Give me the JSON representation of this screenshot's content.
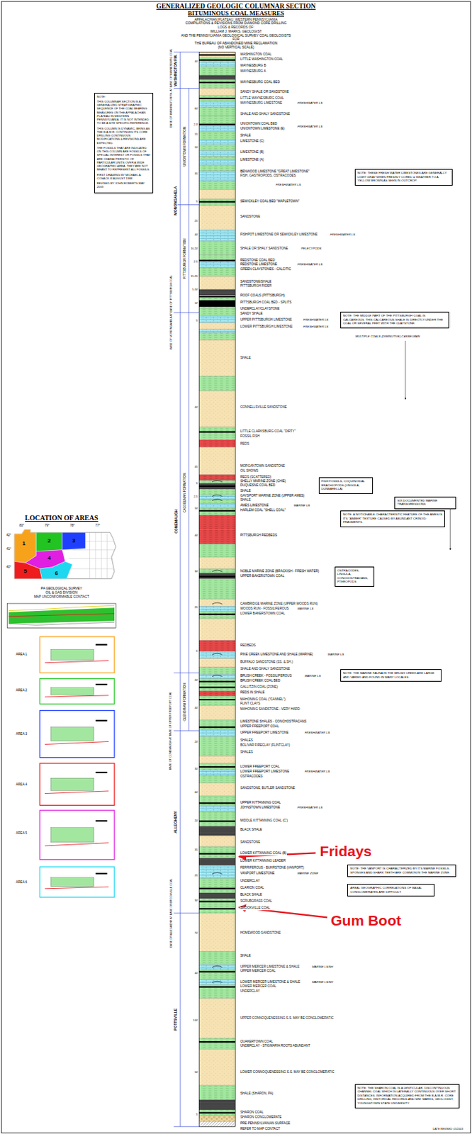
{
  "diagram": {
    "title": "GENERALIZED GEOLOGIC COLUMNAR SECTION",
    "nodes": [
      {
        "text": [
          "NOTE:",
          "THIS COLUMNAR SECTION IS A GENERALIZED STRATIGRAPHIC SEQUENCE OF THE COAL BEARING MEASURES ON THE APPALACHIAN PLATEAU IN WESTERN PENNSYLVANIA. IT IS NOT INTENDED TO BE A SITE SPECIFIC REFERENCE.",
          "THIS COLUMN IS DYNAMIC, BEING AS THE B.A.M.R. CONTINUES ITS CORE DRILLING CONTINUOUS MODIFICATIONS & REVISIONS ARE EXPECTED.",
          "THE FOSSILS THAT ARE INDICATED ON THIS COLUMN ARE FOSSILS OF SPECIAL INTEREST OR FOSSILS THAT ARE CHARACTERISTIC OF PARTICULAR UNITS OVER A WIDE GEOGRAPHIC AREA. THEY ARE NOT MEANT TO REPRESENT ALL FOSSILS.",
          "FIRST DRAWING BY MICHAEL A. COSACK III AUGUST 1988",
          "REVISED BY JOHN ROBERTS MAY 2003"
        ]
      },
      {
        "text": [
          "NOTE: THESE FRESH WATER LIMESTONES ARE GENERALLY LIGHT GRAY WHEN FRESHLY CORED & WEATHER TO A YELLOW BROWN AS SEEN IN OUTCROP."
        ]
      },
      {
        "text": [
          "NOTE: THE MIDDLE PART OF THE PITTSBURGH COAL IS CALCAREOUS. THIS CALCAREOUS SHALE IS DIRECTLY UNDER THE COAL OR SEVERAL FEET WITH THE CLAYSTONE."
        ]
      },
      {
        "text": [
          "FISH FOSSILS, COQUINOIDAL BRACHIOPODS (LINGULA, DUNBARELLA)"
        ]
      },
      {
        "text": [
          "SIX DOCUMENTED MARINE TRANSGRESSIONS"
        ]
      },
      {
        "text": [
          "NOTE: A NOTICEABLE CHARACTERISTIC FEATURE OF THE AMES IS ITS \"AMBER\" TEXTURE CAUSED BY ABUNDANT CRINOID FRAGMENTS."
        ]
      },
      {
        "text": [
          "OSTRACODES, LINGULA, CONCHOSTRACANS, PTEROPODS"
        ]
      },
      {
        "text": [
          "NOTE: THE MARINE FAUNA IN THE BRUSH CREEK ARE LARGE AND VARIED AND FOUND IN MANY LOCALES."
        ]
      },
      {
        "text": [
          "NOTE: THE VANPORT IS CHARACTERIZED BY ITS MARINE FOSSILS. SPONGES AND SHARK TEETH ARE COMMON IN THE MARINE ZONE."
        ]
      },
      {
        "text": [
          "AREAL GEOGRAPHIC CORRELATIONS OF BASAL CONGLOMERATES ARE DIFFICULT."
        ]
      },
      {
        "text": [
          "NOTE: THE SHARON COAL IS A LENTICULAR, DISCONTINUOUS CHANNEL COAL WHICH IS LATERALLY CONTINUOUS OVER SHORT DISTANCES. INFORMATION ACQUIRED FROM THE B.A.M.R. CORE DRILLING, HISTORICAL RECORDS AND WM. MARKS, GEOLOGIST, YOUNGSTOWN STATE UNIVERSITY."
        ]
      }
    ],
    "labels": [
      "BITUMINOUS COAL MEASURES",
      "APPALACHIAN PLATEAU, WESTERN PENNSYLVANIA",
      "COMPILATIONS & REVISIONS FROM DIAMOND CORE DRILLING",
      "LOGS & RECORDS OF:",
      "WILLIAM J. MARKS, GEOLOGIST",
      "AND THE PENNSYLVANIA GEOLOGICAL SURVEY COAL GEOLOGISTS",
      "FOR",
      "THE BUREAU OF ABANDONED MINE RECLAMATION",
      "(NO VERTICAL SCALE)",
      "WASHINGTON COAL",
      "LITTLE WASHINGTON COAL",
      "WAYNESBURG B",
      "WAYNESBURG A",
      "WAYNESBURG COAL BED",
      "SANDY SHALE OR SANDSTONE",
      "LITTLE WAYNESBURG COAL",
      "WAYNESBURG LIMESTONE",
      "FRESHWATER LS",
      "SHALE AND SHALY SANDSTONE",
      "UNIONTOWN COAL BED",
      "UNIONTOWN LIMESTONE (E)",
      "FRESHWATER LS",
      "SHALE",
      "LIMESTONE (C)",
      "LIMESTONE (B)",
      "LIMESTONE (A)",
      "BENWOOD LIMESTONE \"GREAT LIMESTONE\"",
      "FISH, GASTROPODS, OSTRACODES",
      "FRESHWATER LS",
      "SEWICKLEY COAL BED \"MAPLETOWN\"",
      "SANDSTONE",
      "FISHPOT LIMESTONE OR SEWICKLEY LIMESTONE",
      "FRESHWATER LS",
      "SHALE OR SHALY SANDSTONE",
      "PELECYPODS",
      "REDSTONE COAL BED",
      "REDSTONE LIMESTONE",
      "FRESHWATER LS",
      "GREEN CLAYSTONES - CALCITIC",
      "SANDSTONE/SHALE",
      "PITTSBURGH RIDER",
      "ROOF COALS (PITTSBURGH)",
      "PITTSBURGH COAL BED - SPLITS",
      "UNDERCLAY/CLAYSTONE",
      "SANDY SHALE",
      "UPPER PITTSBURGH LIMESTONE",
      "FRESHWATER LS",
      "LOWER PITTSBURGH LIMESTONE",
      "FRESHWATER LS",
      "SHALE",
      "CONNELLSVILLE SANDSTONE",
      "LITTLE CLARKSBURG COAL \"DIRTY\"",
      "FOSSIL FISH",
      "REDS",
      "MORGANTOWN SANDSTONE",
      "OIL SHOWS",
      "REDS (SCATTERED)",
      "SHELLY MARINE ZONE (CHIE)",
      "DUQUESNE COAL BED",
      "SHALE",
      "GAYSPORT MARINE ZONE (UPPER AMES)",
      "SHALE",
      "AMES LIMESTONE",
      "MARINE LS",
      "HARLEM COAL \"SHELL COAL\"",
      "PITTSBURGH REDBEDS",
      "NOBLE MARINE ZONE (BRACKISH - FRESH WATER)",
      "UPPER BAKERSTOWN COAL",
      "CAMBRIDGE MARINE ZONE (UPPER WOODS RUN)",
      "WOODS RUN - FOSSILIFEROUS",
      "MARINE LS",
      "LOWER BAKERSTOWN COAL",
      "REDBEDS",
      "PINE CREEK LIMESTONE AND SHALE (MARINE)",
      "MARINE LS",
      "BUFFALO SANDSTONE (SS. & SH.)",
      "SHALE AND SHALY SANDSTONE",
      "BRUSH CREEK - FOSSILIFEROUS",
      "MARINE LS",
      "BRUSH CREEK COAL BED",
      "GALLITZIN COAL (ZONE)",
      "REDS IN SHALE",
      "MAHONING COAL (\"CANNEL\")",
      "FLINT CLAYS",
      "MAHONING SANDSTONE - VERY HARD",
      "LIMESTONE SHALES - CONCHOSTRACANS",
      "UPPER FREEPORT COAL",
      "UPPER FREEPORT LIMESTONE",
      "FRESHWATER LS",
      "SHALES",
      "BOLIVAR FIRECLAY (FLINTCLAY)",
      "SHALES",
      "LOWER FREEPORT COAL",
      "LOWER FREEPORT LIMESTONE",
      "FRESHWATER LS",
      "OSTRACODES",
      "SANDSTONE, BUTLER SANDSTONE",
      "UPPER KITTANNING COAL",
      "JOHNSTOWN LIMESTONE",
      "FRESHWATER LS",
      "MIDDLE KITTANNING COAL (C')",
      "BLACK SHALE",
      "SANDSTONE",
      "LOWER KITTANNING COAL (B)",
      "LOWER KITTANNING LEADER",
      "FERRIFEROUS - BUHRSTONE (VANPORT)",
      "VANPORT LIMESTONE",
      "MARINE ZONE",
      "UNDERCLAY",
      "CLARION COAL",
      "BLACK SHALE",
      "SCRUBGRASS COAL",
      "BROOKVILLE COAL",
      "HOMEWOOD SANDSTONE",
      "SHALE",
      "UPPER MERCER LIMESTONE & SHALE",
      "MARINE LS/SH",
      "UPPER MERCER COAL",
      "LOWER MERCER LIMESTONE & SHALE",
      "MARINE LS/SH",
      "LOWER MERCER COAL",
      "UNDERCLAY",
      "UPPER CONNOQUENESSING S.S. MAY BE CONGLOMERATIC",
      "QUAKERTOWN COAL",
      "UNDERCLAY - STIGMARIA ROOTS ABUNDANT",
      "LOWER CONNOQUENESSING S.S. MAY BE CONGLOMERATIC",
      "SHALE (SHARON, PA)",
      "SHARON COAL",
      "SHARON CONGLOMERATE",
      "PRE-PENNSYLVANIAN SURFACE",
      "REFER TO MAP CONTACT",
      "WASHINGTON FM.",
      "MONONGAHELA",
      "CONEMAUGH",
      "ALLEGHENY",
      "POTTSVILLE",
      "UNIONTOWN FORMATION",
      "PITTSBURGH FORMATION",
      "CASSELMAN FORMATION",
      "GLENSHAW FORMATION",
      "BASE OF WASHINGTON FM. AT BASE OF WAYNESBURG COAL",
      "BASE OF MONONGAHELA AT BASE OF PITTSBURGH COAL",
      "BASE OF CONEMAUGH AT BASE OF UPPER FREEPORT COAL",
      "BASE OF ALLEGHENY AT BASE OF BROOKVILLE COAL",
      "40'",
      "60'",
      "2-3'",
      "15'",
      "10'",
      "35'",
      "5'",
      "25'",
      "40'",
      "10-20'",
      "2-5'",
      "15-25'",
      "5-10'",
      "12'",
      "5'",
      "40'",
      "45'",
      "5'",
      "2-5'",
      "10'",
      "40'",
      "30'",
      "25'",
      "5'",
      "20'",
      "40'",
      "20'",
      "30'",
      "60'",
      "20'",
      "35'",
      "25'",
      "30'",
      "70'",
      "40'",
      "100'",
      "50'",
      "5'",
      "LOCATION OF AREAS",
      "80°",
      "79°",
      "78°",
      "77°",
      "42°",
      "41°",
      "40°",
      "1",
      "2",
      "3",
      "4",
      "5",
      "6",
      "PA GEOLOGICAL SURVEY",
      "OIL & GAS DIVISION",
      "MAP UNCONFORMABLE CONTACT",
      "AREA 1",
      "AREA 2",
      "AREA 3",
      "AREA 4",
      "AREA 5",
      "AREA 6",
      "MULTIPLE COALS (DIMINUTIVE) CASSELMAN",
      "Fridays",
      "Gum Boot",
      "DATE REVISED: 05/2003"
    ]
  }
}
